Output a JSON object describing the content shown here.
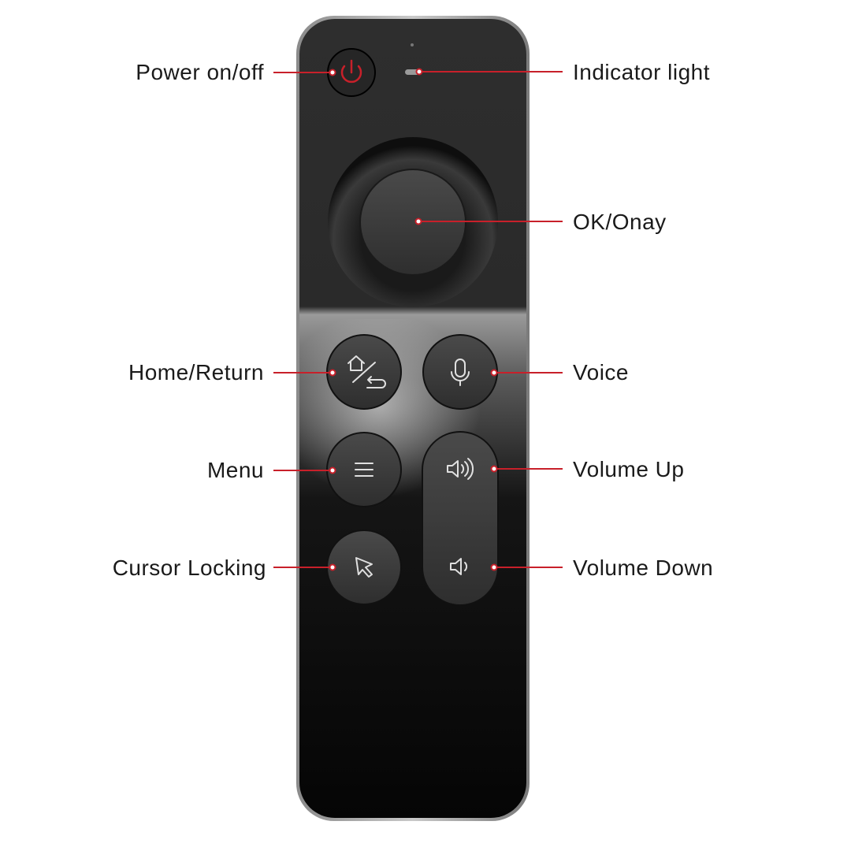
{
  "labels": {
    "power": "Power on/off",
    "indicator": "Indicator light",
    "ok": "OK/Onay",
    "home_return": "Home/Return",
    "voice": "Voice",
    "menu": "Menu",
    "volume_up": "Volume Up",
    "cursor_locking": "Cursor Locking",
    "volume_down": "Volume Down"
  },
  "colors": {
    "leader_line": "#c8202a",
    "power_icon": "#c8202a",
    "label_text": "#1a1a1a"
  },
  "icons": {
    "power": "power-icon",
    "indicator": "indicator-light",
    "home_return": "home-return-icon",
    "voice": "microphone-icon",
    "menu": "hamburger-menu-icon",
    "volume_up": "speaker-loud-icon",
    "volume_down": "speaker-quiet-icon",
    "cursor_locking": "cursor-pointer-icon"
  }
}
